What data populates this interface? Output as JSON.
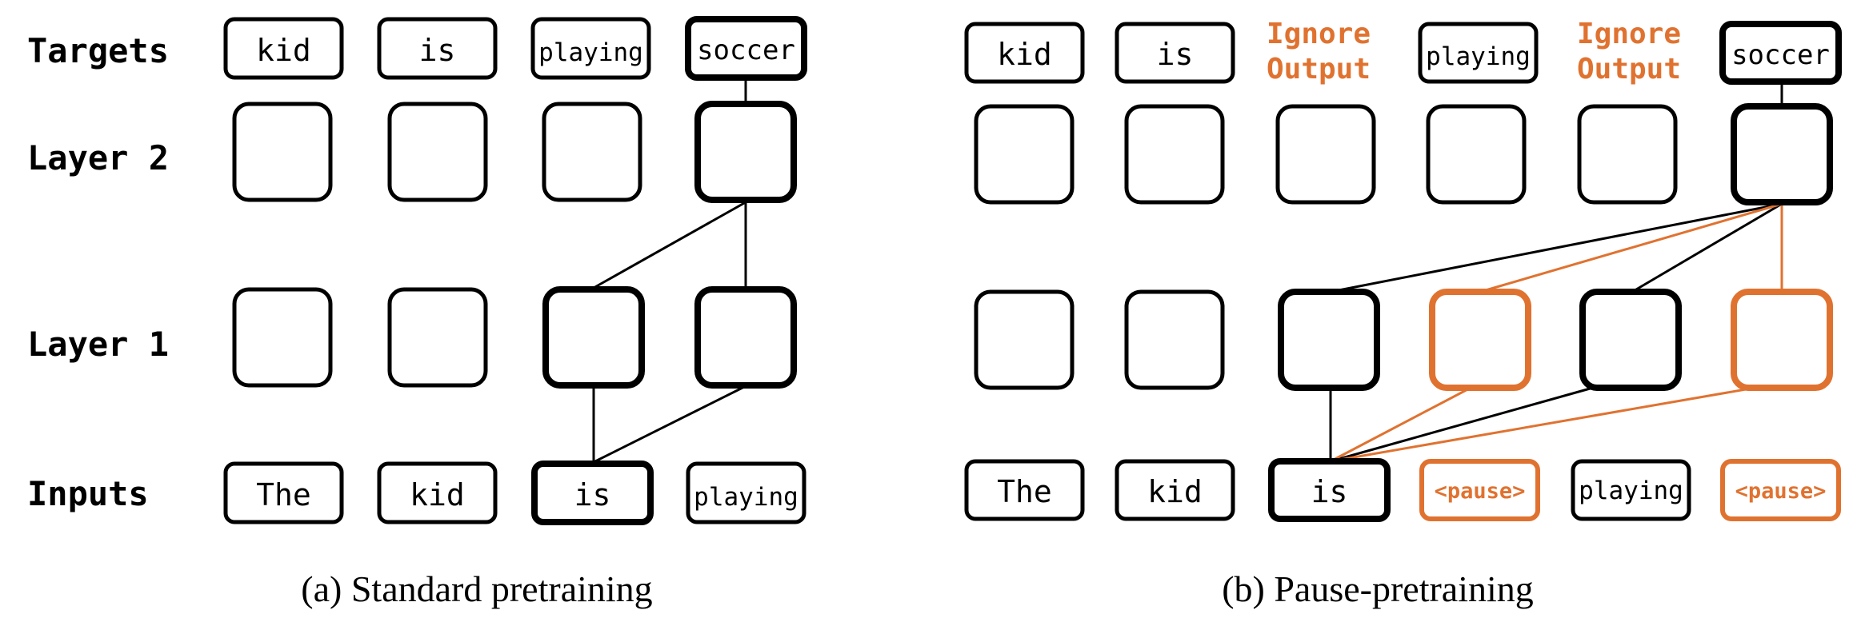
{
  "colors": {
    "black": "#000000",
    "orange": "#e07230"
  },
  "left": {
    "row_labels": {
      "targets": "Targets",
      "layer2": "Layer 2",
      "layer1": "Layer 1",
      "inputs": "Inputs"
    },
    "targets": [
      "kid",
      "is",
      "playing",
      "soccer"
    ],
    "inputs": [
      "The",
      "kid",
      "is",
      "playing"
    ],
    "caption": "(a) Standard pretraining"
  },
  "right": {
    "targets": [
      "kid",
      "is",
      "Ignore Output",
      "playing",
      "Ignore Output",
      "soccer"
    ],
    "ignore_line1": "Ignore",
    "ignore_line2": "Output",
    "inputs": [
      "The",
      "kid",
      "is",
      "<pause>",
      "playing",
      "<pause>"
    ],
    "caption": "(b) Pause-pretraining"
  }
}
